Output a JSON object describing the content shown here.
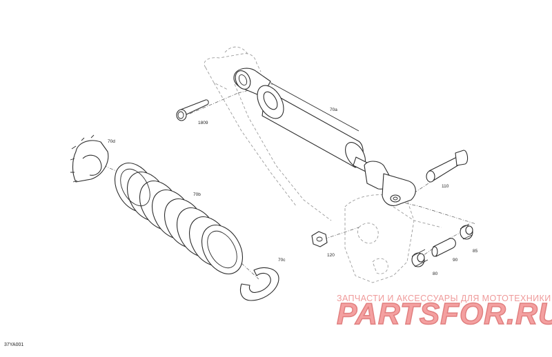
{
  "diagram": {
    "reference_code": "37YA001",
    "callouts": {
      "bolt_1809": "1809",
      "shock_body": "70a",
      "spring": "70b",
      "spring_retainer": "70c",
      "adjuster_collar": "70d",
      "bolt_110": "110",
      "nut_120": "120",
      "bushing_80": "80",
      "sleeve_90": "90",
      "bushing_85": "85"
    }
  },
  "watermark": {
    "tagline": "ЗАПЧАСТИ И АКСЕССУАРЫ ДЛЯ МОТОТЕХНИКИ",
    "brand": "PARTSFOR.RU",
    "color": "#f4a0a0"
  }
}
